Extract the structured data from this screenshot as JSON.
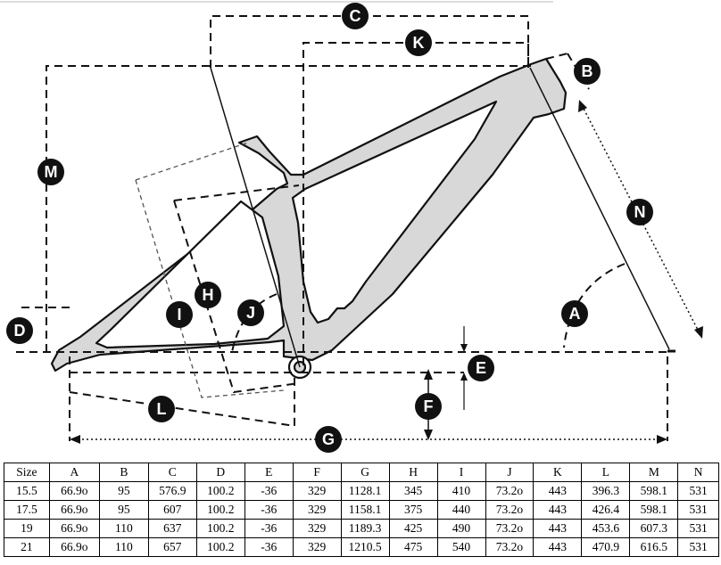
{
  "diagram": {
    "labels": [
      "A",
      "B",
      "C",
      "D",
      "E",
      "F",
      "G",
      "H",
      "I",
      "J",
      "K",
      "L",
      "M",
      "N"
    ]
  },
  "table": {
    "columns": [
      "Size",
      "A",
      "B",
      "C",
      "D",
      "E",
      "F",
      "G",
      "H",
      "I",
      "J",
      "K",
      "L",
      "M",
      "N"
    ],
    "rows": [
      [
        "15.5",
        "66.9o",
        "95",
        "576.9",
        "100.2",
        "-36",
        "329",
        "1128.1",
        "345",
        "410",
        "73.2o",
        "443",
        "396.3",
        "598.1",
        "531"
      ],
      [
        "17.5",
        "66.9o",
        "95",
        "607",
        "100.2",
        "-36",
        "329",
        "1158.1",
        "375",
        "440",
        "73.2o",
        "443",
        "426.4",
        "598.1",
        "531"
      ],
      [
        "19",
        "66.9o",
        "110",
        "637",
        "100.2",
        "-36",
        "329",
        "1189.3",
        "425",
        "490",
        "73.2o",
        "443",
        "453.6",
        "607.3",
        "531"
      ],
      [
        "21",
        "66.9o",
        "110",
        "657",
        "100.2",
        "-36",
        "329",
        "1210.5",
        "475",
        "540",
        "73.2o",
        "443",
        "470.9",
        "616.5",
        "531"
      ]
    ]
  }
}
